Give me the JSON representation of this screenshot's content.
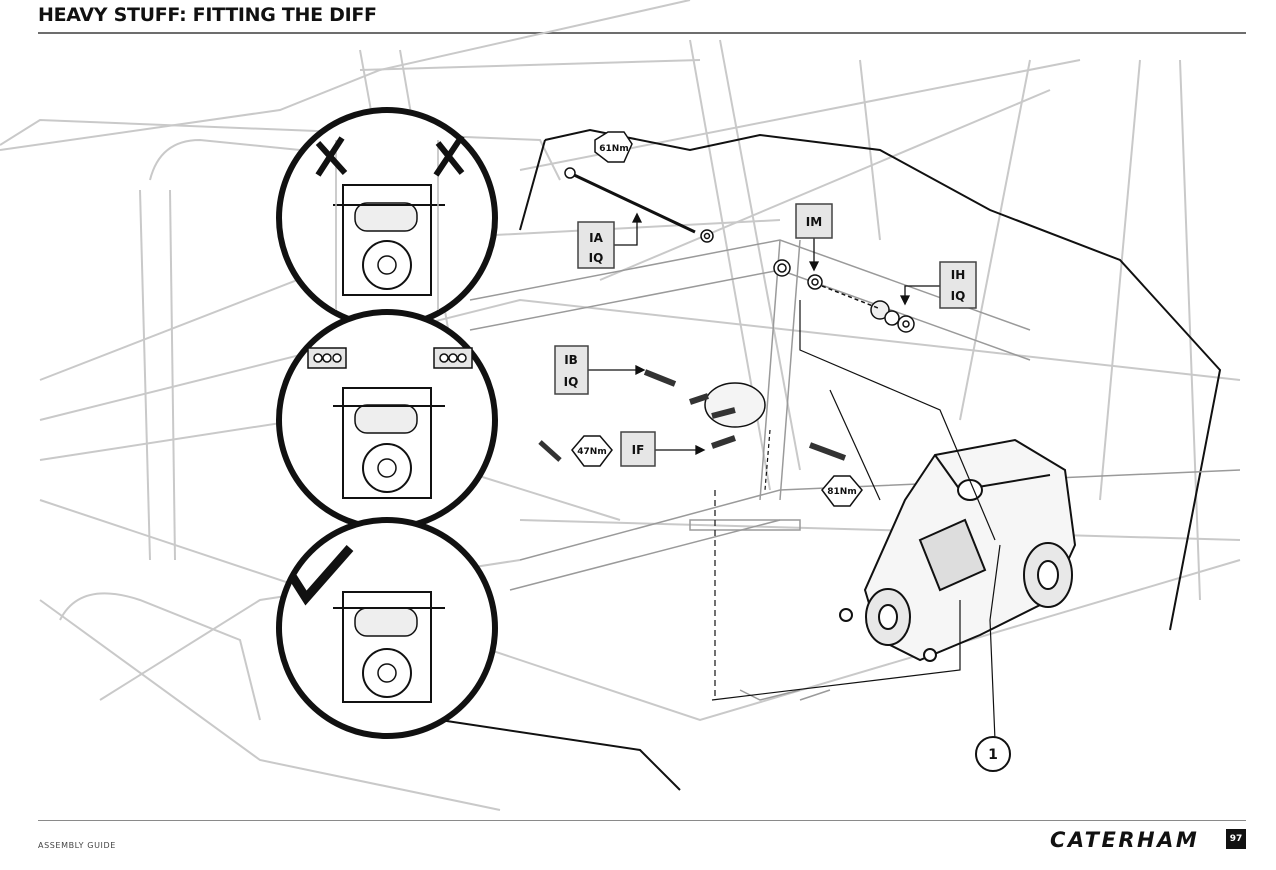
{
  "header": {
    "title": "HEAVY STUFF: FITTING THE DIFF"
  },
  "footer": {
    "left_text": "ASSEMBLY GUIDE",
    "brand": "CATERHAM",
    "page_number": "97"
  },
  "diagram": {
    "torque_labels": {
      "bolt_long": "61Nm",
      "flange_bolts": "47Nm",
      "side_bolt": "81Nm"
    },
    "part_codes": {
      "ia": "IA",
      "iq_a": "IQ",
      "ib": "IB",
      "iq_b": "IQ",
      "im": "IM",
      "ih": "IH",
      "iq_h": "IQ",
      "if": "IF"
    },
    "callout_number": "1"
  }
}
